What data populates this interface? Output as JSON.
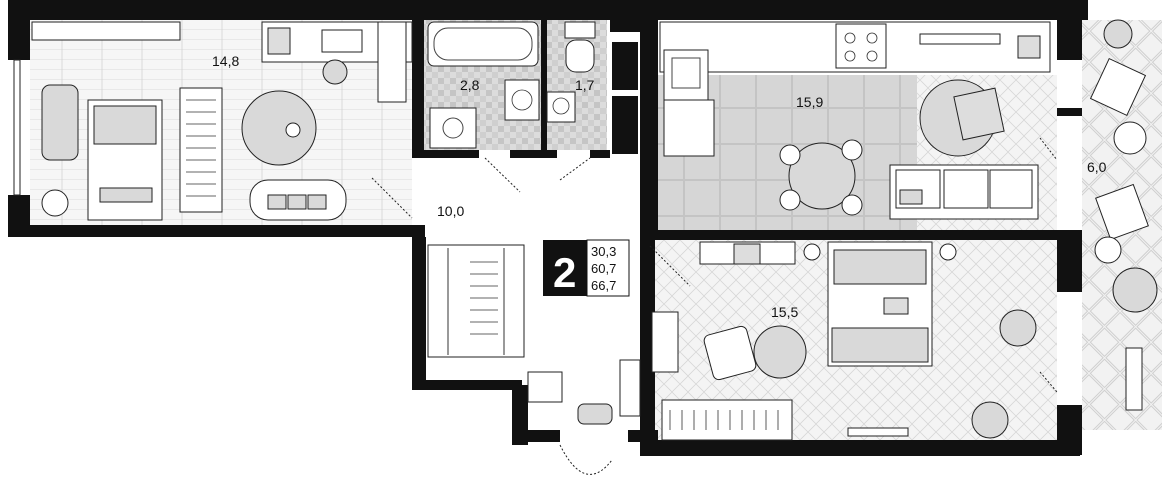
{
  "unit": {
    "rooms_label": "2",
    "areas": [
      "30,3",
      "60,7",
      "66,7"
    ]
  },
  "rooms": [
    {
      "id": "bedroom-left",
      "area": "14,8"
    },
    {
      "id": "bathroom",
      "area": "2,8"
    },
    {
      "id": "toilet",
      "area": "1,7"
    },
    {
      "id": "kitchen",
      "area": "15,9"
    },
    {
      "id": "hallway",
      "area": "10,0"
    },
    {
      "id": "bedroom-right",
      "area": "15,5"
    },
    {
      "id": "balcony",
      "area": "6,0"
    }
  ],
  "colors": {
    "wall": "#111111",
    "tile": "#d4d4d4",
    "tile_dark": "#bdbdbd",
    "floor_wood": "#f4f4f4",
    "furniture_grey": "#d9d9d9"
  }
}
